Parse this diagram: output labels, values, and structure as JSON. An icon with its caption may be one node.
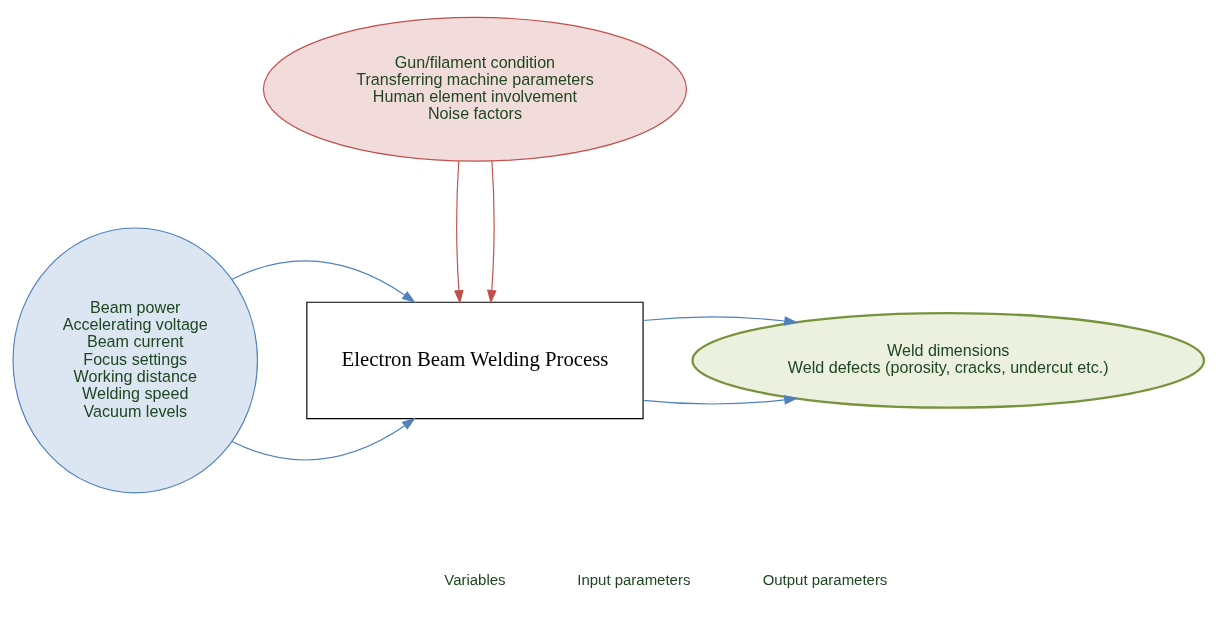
{
  "diagram": {
    "nodes": [
      {
        "text": [
          "Gun/filament condition",
          "Transferring machine parameters",
          "Human element involvement",
          "Noise factors"
        ]
      },
      {
        "text": [
          "Beam power",
          "Accelerating voltage",
          "Beam current",
          "Focus settings",
          "Working distance",
          "Welding speed",
          "Vacuum levels"
        ]
      },
      {
        "text": [
          "Electron Beam Welding Process"
        ]
      },
      {
        "text": [
          "Weld dimensions",
          "Weld defects (porosity, cracks, undercut etc.)"
        ]
      }
    ],
    "edges": [
      {
        "from": 0,
        "to": 2,
        "arrow": "to",
        "color": "#c0504d"
      },
      {
        "from": 0,
        "to": 2,
        "arrow": "to",
        "color": "#c0504d"
      },
      {
        "from": 1,
        "to": 2,
        "arrow": "to"
      },
      {
        "from": 1,
        "to": 2,
        "arrow": "to"
      },
      {
        "from": 2,
        "to": 3,
        "arrow": "to"
      },
      {
        "from": 2,
        "to": 3,
        "arrow": "to"
      }
    ],
    "labels": [
      "Variables",
      "Input parameters",
      "Output parameters"
    ]
  }
}
